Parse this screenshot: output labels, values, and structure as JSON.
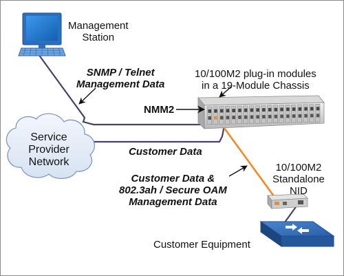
{
  "labels": {
    "management_station": [
      "Management",
      "Station"
    ],
    "snmp_telnet": [
      "SNMP / Telnet",
      "Management Data"
    ],
    "chassis": [
      "10/100M2 plug-in modules",
      "in a 19-Module Chassis"
    ],
    "nmm2": "NMM2",
    "service_provider": [
      "Service",
      "Provider",
      "Network"
    ],
    "customer_data": "Customer Data",
    "customer_data_oam": [
      "Customer Data &",
      "802.3ah / Secure OAM",
      "Management Data"
    ],
    "standalone_nid": [
      "10/100M2",
      "Standalone",
      "NID"
    ],
    "customer_equipment": "Customer Equipment"
  },
  "icons": {
    "computer": "computer-monitor-icon",
    "keyboard": "keyboard-icon",
    "cloud": "cloud-icon",
    "chassis": "module-chassis-icon",
    "nid": "nid-device-icon",
    "switch": "network-switch-icon"
  },
  "colors": {
    "management_link": "#4a3f6b",
    "fiber_link": "#f08a24",
    "cloud_fill": "#e4ecf7",
    "cloud_stroke": "#7f97bd",
    "monitor_blue": "#1b7ad8",
    "switch_blue": "#2f67b2"
  }
}
